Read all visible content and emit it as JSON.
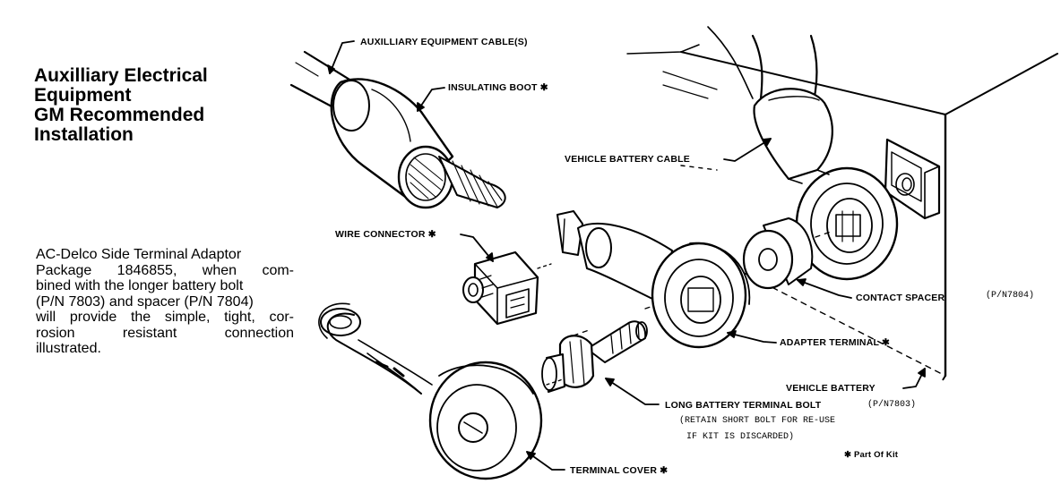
{
  "title": {
    "lines": [
      "Auxilliary Electrical",
      "Equipment",
      "GM Recommended",
      "Installation"
    ]
  },
  "description": {
    "lines": [
      "AC-Delco Side Terminal Adaptor",
      "Package 1846855, when com-",
      "bined with the longer battery bolt",
      "(P/N 7803) and spacer (P/N 7804)",
      "will provide the simple, tight, cor-",
      "rosion resistant connection",
      "illustrated."
    ]
  },
  "labels": {
    "aux_cable": "AUXILLIARY EQUIPMENT CABLE(S)",
    "insulating_boot": "INSULATING BOOT ✱",
    "vehicle_battery_cable": "VEHICLE BATTERY CABLE",
    "wire_connector": "WIRE CONNECTOR ✱",
    "contact_spacer": "CONTACT SPACER",
    "contact_spacer_pn": "(P/N7804)",
    "adapter_terminal": "ADAPTER TERMINAL ✱",
    "vehicle_battery": "VEHICLE BATTERY",
    "long_bolt": "LONG BATTERY TERMINAL BOLT",
    "long_bolt_pn": "(P/N7803)",
    "retain_note_1": "(RETAIN SHORT BOLT FOR RE-USE",
    "retain_note_2": "IF KIT IS DISCARDED)",
    "part_of_kit": "✱ Part Of Kit",
    "terminal_cover": "TERMINAL COVER ✱"
  },
  "colors": {
    "ink": "#000000",
    "paper": "#ffffff"
  }
}
